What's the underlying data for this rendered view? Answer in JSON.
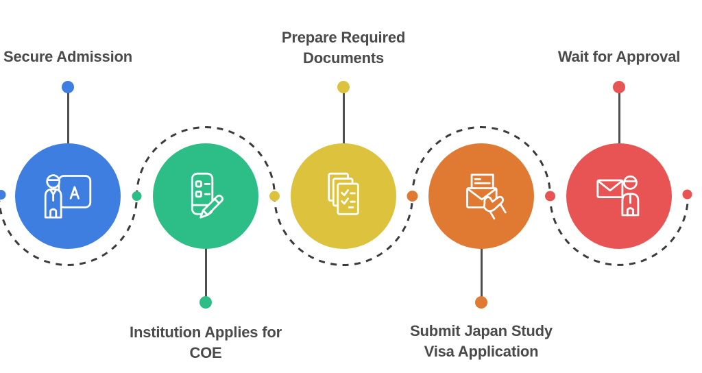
{
  "background_color": "#ffffff",
  "label_text_color": "#4a4a4a",
  "connector": {
    "dash_color": "#3b3b3b",
    "pin_line_color": "#4f4f4f",
    "left_end_dot_color": "#3d7ee0",
    "right_end_dot_color": "#e85454",
    "junction_dot_colors": [
      "#2cbe86",
      "#ddc23d",
      "#e07a33",
      "#e85454"
    ]
  },
  "steps": [
    {
      "label": "Secure Admission",
      "color": "#3d7ee0",
      "icon": "teacher-board-a-icon",
      "label_position": "top"
    },
    {
      "label": "Institution Applies for COE",
      "color": "#2cbe86",
      "icon": "application-form-pencil-icon",
      "label_position": "bottom"
    },
    {
      "label": "Prepare Required Documents",
      "color": "#ddc23d",
      "icon": "documents-checklist-icon",
      "label_position": "top"
    },
    {
      "label": "Submit Japan Study Visa Application",
      "color": "#e07a33",
      "icon": "envelope-hand-submit-icon",
      "label_position": "bottom"
    },
    {
      "label": "Wait for Approval",
      "color": "#e85454",
      "icon": "mail-person-wait-icon",
      "label_position": "top"
    }
  ]
}
